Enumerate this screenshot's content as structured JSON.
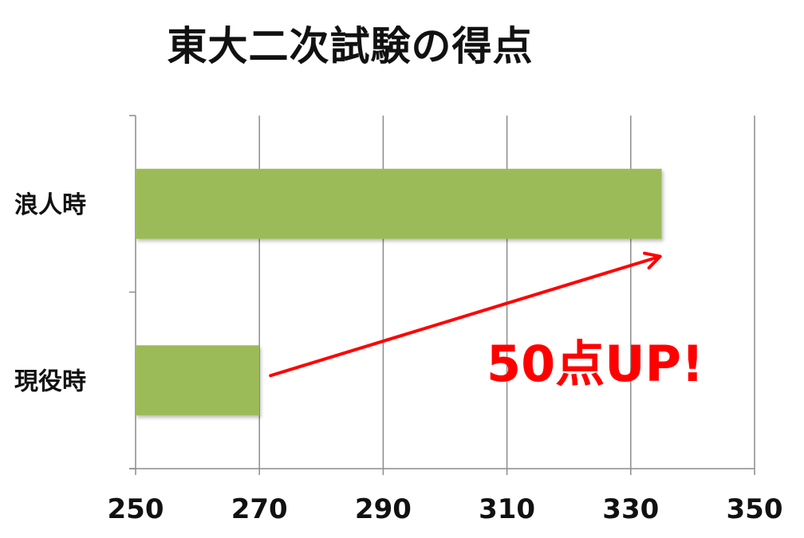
{
  "chart_data": {
    "type": "bar",
    "orientation": "horizontal",
    "title": "東大二次試験の得点",
    "categories": [
      "浪人時",
      "現役時"
    ],
    "values": [
      335,
      270
    ],
    "xlim": [
      250,
      350
    ],
    "xticks": [
      "250",
      "270",
      "290",
      "310",
      "330",
      "350"
    ],
    "grid": true,
    "legend": "none",
    "annotation": {
      "text": "50点UP!",
      "from": {
        "category": "現役時",
        "value": 270
      },
      "to": {
        "category": "浪人時",
        "value": 335
      }
    }
  },
  "colors": {
    "bar": "#9bbb59",
    "annotation": "#ff0000",
    "grid": "#8c8c8c",
    "axis": "#8c8c8c",
    "text": "#111111"
  }
}
